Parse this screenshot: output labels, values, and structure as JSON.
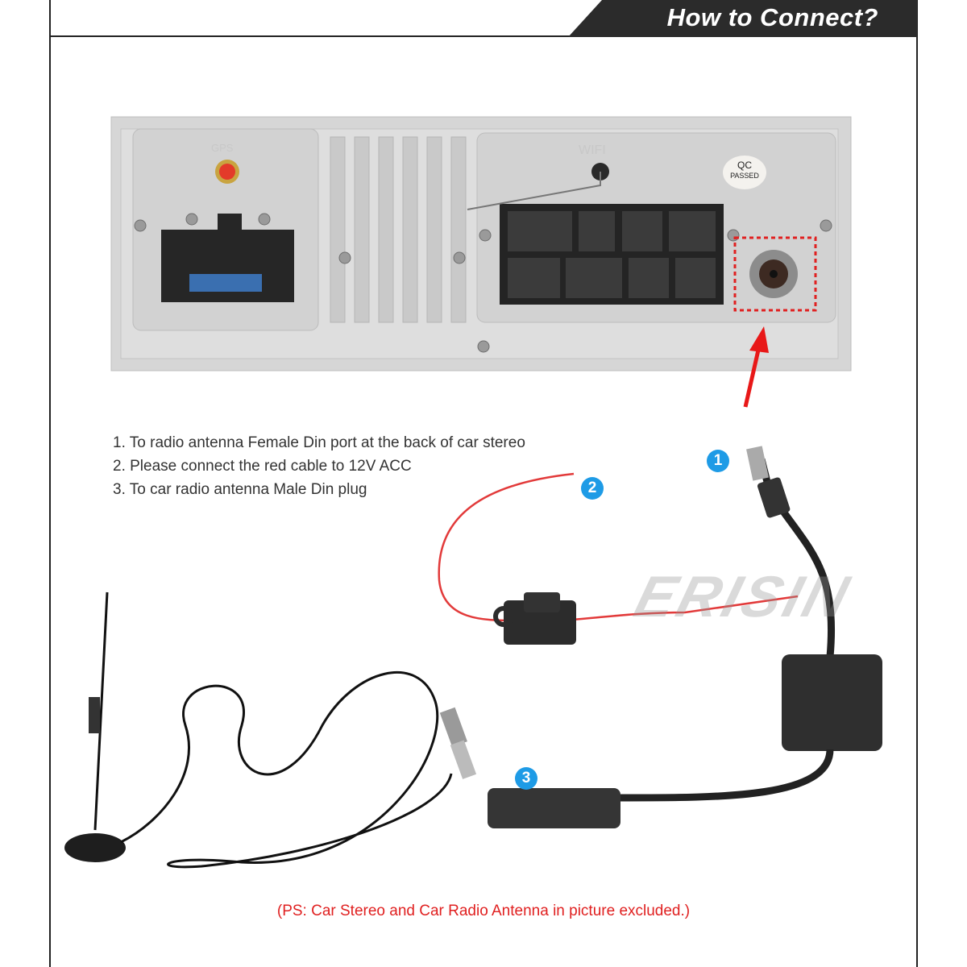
{
  "header": {
    "title": "How to Connect?"
  },
  "stereo": {
    "qc_label": "QC",
    "qc_sub": "PASSED",
    "gps_label": "GPS",
    "wifi_label": "WIFI"
  },
  "steps": [
    "1. To radio antenna Female Din port at the back of car stereo",
    "2. Please connect the red cable to 12V ACC",
    "3. To car radio antenna Male Din plug"
  ],
  "badges": [
    "1",
    "2",
    "3"
  ],
  "watermark": "ERISIN",
  "note": "(PS: Car Stereo and Car Radio Antenna in picture excluded.)",
  "colors": {
    "accent_red": "#e02020",
    "badge_blue": "#1e9be6",
    "header_bg": "#2b2b2b"
  }
}
